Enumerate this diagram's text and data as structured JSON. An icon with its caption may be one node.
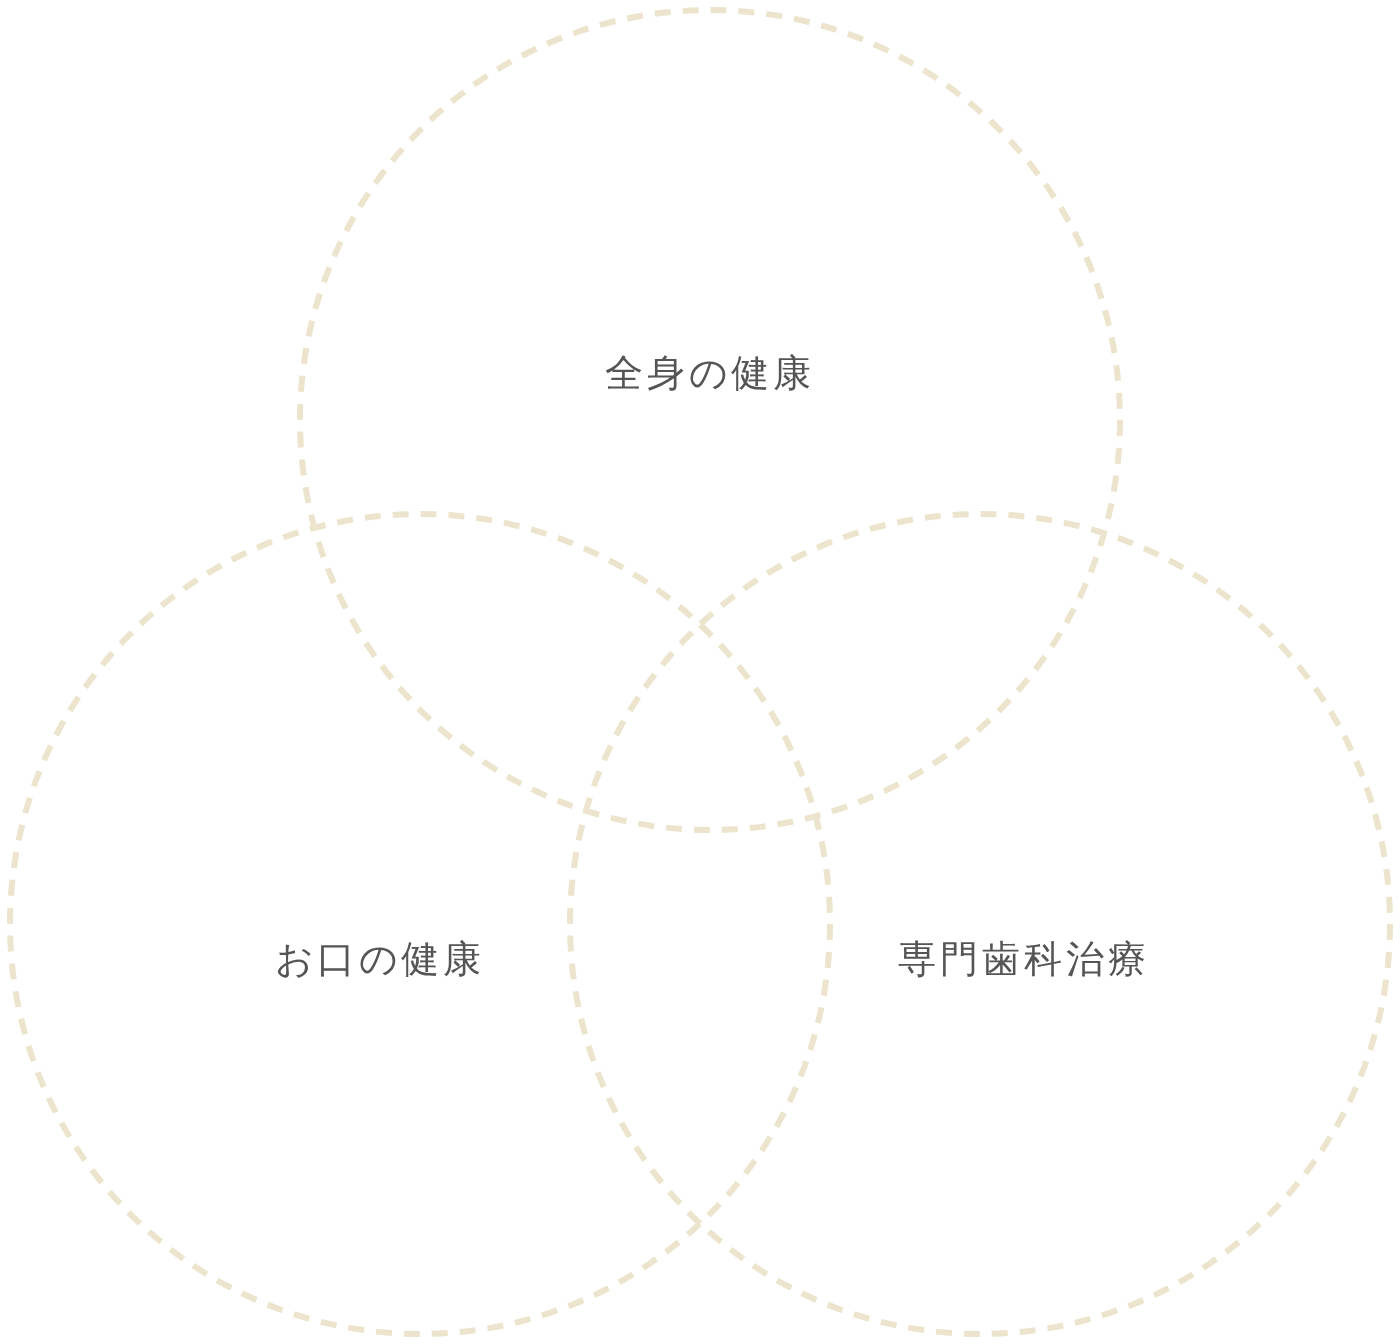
{
  "diagram": {
    "nodes": [
      {
        "text": [
          "全身の健康"
        ]
      },
      {
        "text": [
          "お口の健康"
        ]
      },
      {
        "text": [
          "専門歯科治療"
        ]
      }
    ],
    "edges": []
  }
}
